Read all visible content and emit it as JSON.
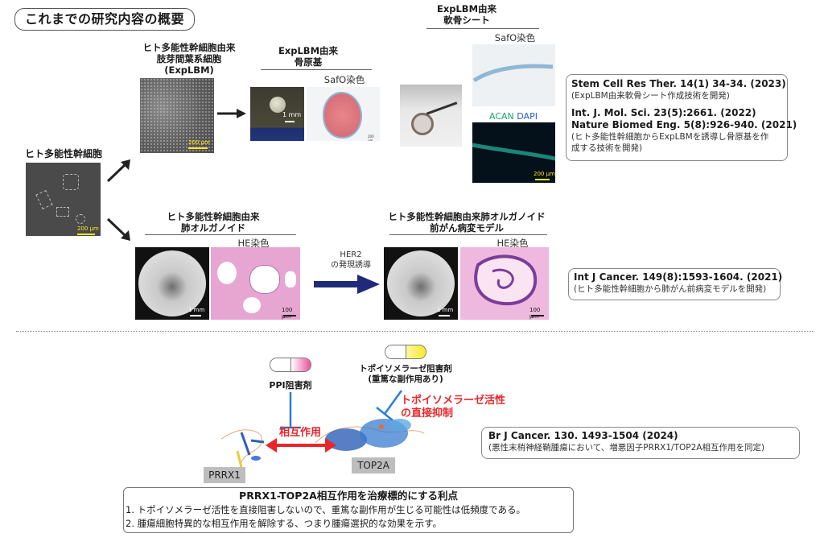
{
  "header": {
    "title": "これまでの研究内容の概要"
  },
  "top_section": {
    "ipsc": {
      "label": "ヒト多能性幹細胞",
      "scale": "200 µm"
    },
    "explbm": {
      "label_lines": [
        "ヒト多能性幹細胞由来",
        "肢芽間葉系細胞",
        "(ExpLBM)"
      ],
      "scale": "200 µm"
    },
    "bone": {
      "label_lines": [
        "ExpLBM由来",
        "骨原基"
      ],
      "stain": "SafO染色",
      "scale": "1 mm",
      "scale2": "200 µm"
    },
    "cartilage": {
      "label_lines": [
        "ExpLBM由来",
        "軟骨シート"
      ],
      "stain": "SafO染色",
      "fluor_stain_green": "ACAN",
      "fluor_stain_blue": "DAPI",
      "scale": "200 µm"
    },
    "lung_organoid": {
      "label_lines": [
        "ヒト多能性幹細胞由来",
        "肺オルガノイド"
      ],
      "stain": "HE染色",
      "scale1": "1 mm",
      "scale2": "100 µm"
    },
    "her2_arrow": {
      "label_lines": [
        "HER2",
        "の発現誘導"
      ]
    },
    "precancer": {
      "label_lines": [
        "ヒト多能性幹細胞由来肺オルガノイド",
        "前がん病変モデル"
      ],
      "stain": "HE染色",
      "scale1": "1 mm",
      "scale2": "100 µm"
    },
    "refs_top": [
      {
        "citation": "Stem Cell Res Ther. 14(1) 34-34. (2023)",
        "note": "(ExpLBM由来軟骨シート作成技術を開発)"
      },
      {
        "citation": "Int. J. Mol. Sci. 23(5):2661. (2022)",
        "note": ""
      },
      {
        "citation": "Nature Biomed Eng. 5(8):926-940. (2021)",
        "note_lines": [
          "(ヒト多能性幹細胞からExpLBMを誘導し骨原基を作",
          "成する技術を開発)"
        ]
      }
    ],
    "ref_lung": {
      "citation": "Int J Cancer. 149(8):1593-1604. (2021)",
      "note": "(ヒト多能性幹細胞から肺がん前病変モデルを開発)"
    }
  },
  "bottom_section": {
    "ppi_inhibitor": {
      "label": "PPI阻害剤",
      "pill_color": "#e8529a"
    },
    "topo_inhibitor": {
      "label_lines": [
        "トポイソメラーゼ阻害剤",
        "(重篤な副作用あり)"
      ],
      "pill_color": "#f5ea2a"
    },
    "interaction_label": "相互作用",
    "direct_inhibition_lines": [
      "トポイソメラーゼ活性",
      "の直接抑制"
    ],
    "genes": [
      "PRRX1",
      "TOP2A"
    ],
    "ref": {
      "citation": "Br J Cancer. 130. 1493-1504 (2024)",
      "note": "(悪性末梢神経鞘腫瘍において、増悪因子PRRX1/TOP2A相互作用を同定)"
    },
    "advantages": {
      "title": "PRRX1-TOP2A相互作用を治療標的にする利点",
      "items": [
        "1. トポイソメラーゼ活性を直接阻害しないので、重篤な副作用が生じる可能性は低頻度である。",
        "2. 腫瘍細胞特異的な相互作用を解除する、つまり腫瘍選択的な効果を示す。"
      ]
    }
  },
  "colors": {
    "accent_red": "#e8262b",
    "inhibit_blue": "#2b7fd1",
    "her2_arrow": "#1f2a78",
    "he_pink": "#e7a6d2"
  }
}
